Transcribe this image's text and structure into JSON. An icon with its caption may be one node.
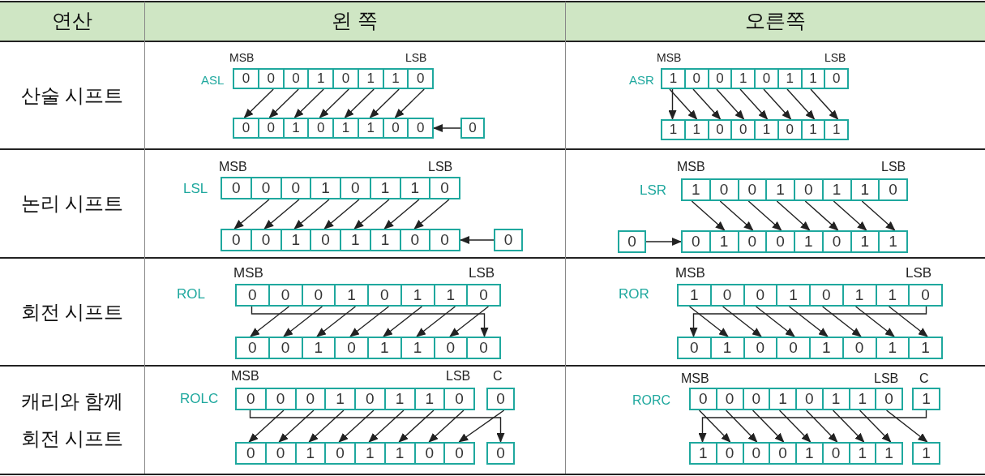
{
  "diagram": {
    "nodes": [
      {
        "text": [
          "0",
          "0",
          "0",
          "1",
          "0",
          "1",
          "1",
          "0"
        ],
        "beside": [
          "MSB",
          "LSB",
          "ASL"
        ]
      },
      {
        "text": [
          "0",
          "0",
          "1",
          "0",
          "1",
          "1",
          "0",
          "0"
        ]
      },
      {
        "text": [
          "0"
        ]
      },
      {
        "text": [
          "1",
          "0",
          "0",
          "1",
          "0",
          "1",
          "1",
          "0"
        ],
        "beside": [
          "MSB",
          "LSB",
          "ASR"
        ]
      },
      {
        "text": [
          "1",
          "1",
          "0",
          "0",
          "1",
          "0",
          "1",
          "1"
        ]
      },
      {
        "text": [
          "0",
          "0",
          "0",
          "1",
          "0",
          "1",
          "1",
          "0"
        ],
        "beside": [
          "MSB",
          "LSB",
          "LSL"
        ]
      },
      {
        "text": [
          "0",
          "0",
          "1",
          "0",
          "1",
          "1",
          "0",
          "0"
        ]
      },
      {
        "text": [
          "0"
        ]
      },
      {
        "text": [
          "1",
          "0",
          "0",
          "1",
          "0",
          "1",
          "1",
          "0"
        ],
        "beside": [
          "MSB",
          "LSB",
          "LSR"
        ]
      },
      {
        "text": [
          "0"
        ]
      },
      {
        "text": [
          "0",
          "1",
          "0",
          "0",
          "1",
          "0",
          "1",
          "1"
        ]
      },
      {
        "text": [
          "0",
          "0",
          "0",
          "1",
          "0",
          "1",
          "1",
          "0"
        ],
        "beside": [
          "MSB",
          "LSB",
          "ROL"
        ]
      },
      {
        "text": [
          "0",
          "0",
          "1",
          "0",
          "1",
          "1",
          "0",
          "0"
        ]
      },
      {
        "text": [
          "1",
          "0",
          "0",
          "1",
          "0",
          "1",
          "1",
          "0"
        ],
        "beside": [
          "MSB",
          "LSB",
          "ROR"
        ]
      },
      {
        "text": [
          "0",
          "1",
          "0",
          "0",
          "1",
          "0",
          "1",
          "1"
        ]
      },
      {
        "text": [
          "0",
          "0",
          "0",
          "1",
          "0",
          "1",
          "1",
          "0"
        ],
        "beside": [
          "MSB",
          "LSB",
          "ROLC"
        ]
      },
      {
        "text": [
          "0"
        ],
        "beside": [
          "C"
        ]
      },
      {
        "text": [
          "0",
          "0",
          "1",
          "0",
          "1",
          "1",
          "0",
          "0"
        ]
      },
      {
        "text": [
          "0"
        ]
      },
      {
        "text": [
          "0",
          "0",
          "0",
          "1",
          "0",
          "1",
          "1",
          "0"
        ],
        "beside": [
          "MSB",
          "LSB",
          "RORC"
        ]
      },
      {
        "text": [
          "1"
        ],
        "beside": [
          "C"
        ]
      },
      {
        "text": [
          "1",
          "0",
          "0",
          "0",
          "1",
          "0",
          "1",
          "1"
        ]
      },
      {
        "text": [
          "1"
        ]
      }
    ],
    "edges": [
      {
        "from": 0,
        "to": 1,
        "arrow": "to"
      },
      {
        "from": 0,
        "to": 1,
        "arrow": "to"
      },
      {
        "from": 0,
        "to": 1,
        "arrow": "to"
      },
      {
        "from": 0,
        "to": 1,
        "arrow": "to"
      },
      {
        "from": 0,
        "to": 1,
        "arrow": "to"
      },
      {
        "from": 0,
        "to": 1,
        "arrow": "to"
      },
      {
        "from": 0,
        "to": 1,
        "arrow": "to"
      },
      {
        "from": 2,
        "to": 1,
        "arrow": "to"
      },
      {
        "from": 3,
        "to": 4,
        "arrow": "to"
      },
      {
        "from": 3,
        "to": 4,
        "arrow": "to"
      },
      {
        "from": 3,
        "to": 4,
        "arrow": "to"
      },
      {
        "from": 3,
        "to": 4,
        "arrow": "to"
      },
      {
        "from": 3,
        "to": 4,
        "arrow": "to"
      },
      {
        "from": 3,
        "to": 4,
        "arrow": "to"
      },
      {
        "from": 3,
        "to": 4,
        "arrow": "to"
      },
      {
        "from": 3,
        "to": 4,
        "arrow": "to"
      },
      {
        "from": 5,
        "to": 6,
        "arrow": "to"
      },
      {
        "from": 5,
        "to": 6,
        "arrow": "to"
      },
      {
        "from": 5,
        "to": 6,
        "arrow": "to"
      },
      {
        "from": 5,
        "to": 6,
        "arrow": "to"
      },
      {
        "from": 5,
        "to": 6,
        "arrow": "to"
      },
      {
        "from": 5,
        "to": 6,
        "arrow": "to"
      },
      {
        "from": 5,
        "to": 6,
        "arrow": "to"
      },
      {
        "from": 7,
        "to": 6,
        "arrow": "to"
      },
      {
        "from": 8,
        "to": 10,
        "arrow": "to"
      },
      {
        "from": 8,
        "to": 10,
        "arrow": "to"
      },
      {
        "from": 8,
        "to": 10,
        "arrow": "to"
      },
      {
        "from": 8,
        "to": 10,
        "arrow": "to"
      },
      {
        "from": 8,
        "to": 10,
        "arrow": "to"
      },
      {
        "from": 8,
        "to": 10,
        "arrow": "to"
      },
      {
        "from": 8,
        "to": 10,
        "arrow": "to"
      },
      {
        "from": 9,
        "to": 10,
        "arrow": "to"
      },
      {
        "from": 11,
        "to": 12,
        "arrow": "to"
      },
      {
        "from": 11,
        "to": 12,
        "arrow": "to"
      },
      {
        "from": 11,
        "to": 12,
        "arrow": "to"
      },
      {
        "from": 11,
        "to": 12,
        "arrow": "to"
      },
      {
        "from": 11,
        "to": 12,
        "arrow": "to"
      },
      {
        "from": 11,
        "to": 12,
        "arrow": "to"
      },
      {
        "from": 11,
        "to": 12,
        "arrow": "to"
      },
      {
        "from": 11,
        "to": 12,
        "arrow": "to"
      },
      {
        "from": 13,
        "to": 14,
        "arrow": "to"
      },
      {
        "from": 13,
        "to": 14,
        "arrow": "to"
      },
      {
        "from": 13,
        "to": 14,
        "arrow": "to"
      },
      {
        "from": 13,
        "to": 14,
        "arrow": "to"
      },
      {
        "from": 13,
        "to": 14,
        "arrow": "to"
      },
      {
        "from": 13,
        "to": 14,
        "arrow": "to"
      },
      {
        "from": 13,
        "to": 14,
        "arrow": "to"
      },
      {
        "from": 13,
        "to": 14,
        "arrow": "to"
      },
      {
        "from": 15,
        "to": 17,
        "arrow": "to"
      },
      {
        "from": 15,
        "to": 17,
        "arrow": "to"
      },
      {
        "from": 15,
        "to": 17,
        "arrow": "to"
      },
      {
        "from": 15,
        "to": 17,
        "arrow": "to"
      },
      {
        "from": 15,
        "to": 17,
        "arrow": "to"
      },
      {
        "from": 15,
        "to": 17,
        "arrow": "to"
      },
      {
        "from": 15,
        "to": 17,
        "arrow": "to"
      },
      {
        "from": 16,
        "to": 17,
        "arrow": "to"
      },
      {
        "from": 15,
        "to": 18,
        "arrow": "to"
      },
      {
        "from": 19,
        "to": 21,
        "arrow": "to"
      },
      {
        "from": 19,
        "to": 21,
        "arrow": "to"
      },
      {
        "from": 19,
        "to": 21,
        "arrow": "to"
      },
      {
        "from": 19,
        "to": 21,
        "arrow": "to"
      },
      {
        "from": 19,
        "to": 21,
        "arrow": "to"
      },
      {
        "from": 19,
        "to": 21,
        "arrow": "to"
      },
      {
        "from": 19,
        "to": 21,
        "arrow": "to"
      },
      {
        "from": 20,
        "to": 21,
        "arrow": "to"
      },
      {
        "from": 19,
        "to": 22,
        "arrow": "to"
      }
    ],
    "labels": [
      "연산",
      "왼 쪽",
      "오른쪽",
      "산술 시프트",
      "논리 시프트",
      "회전 시프트",
      "캐리와 함께 회전 시프트"
    ]
  }
}
